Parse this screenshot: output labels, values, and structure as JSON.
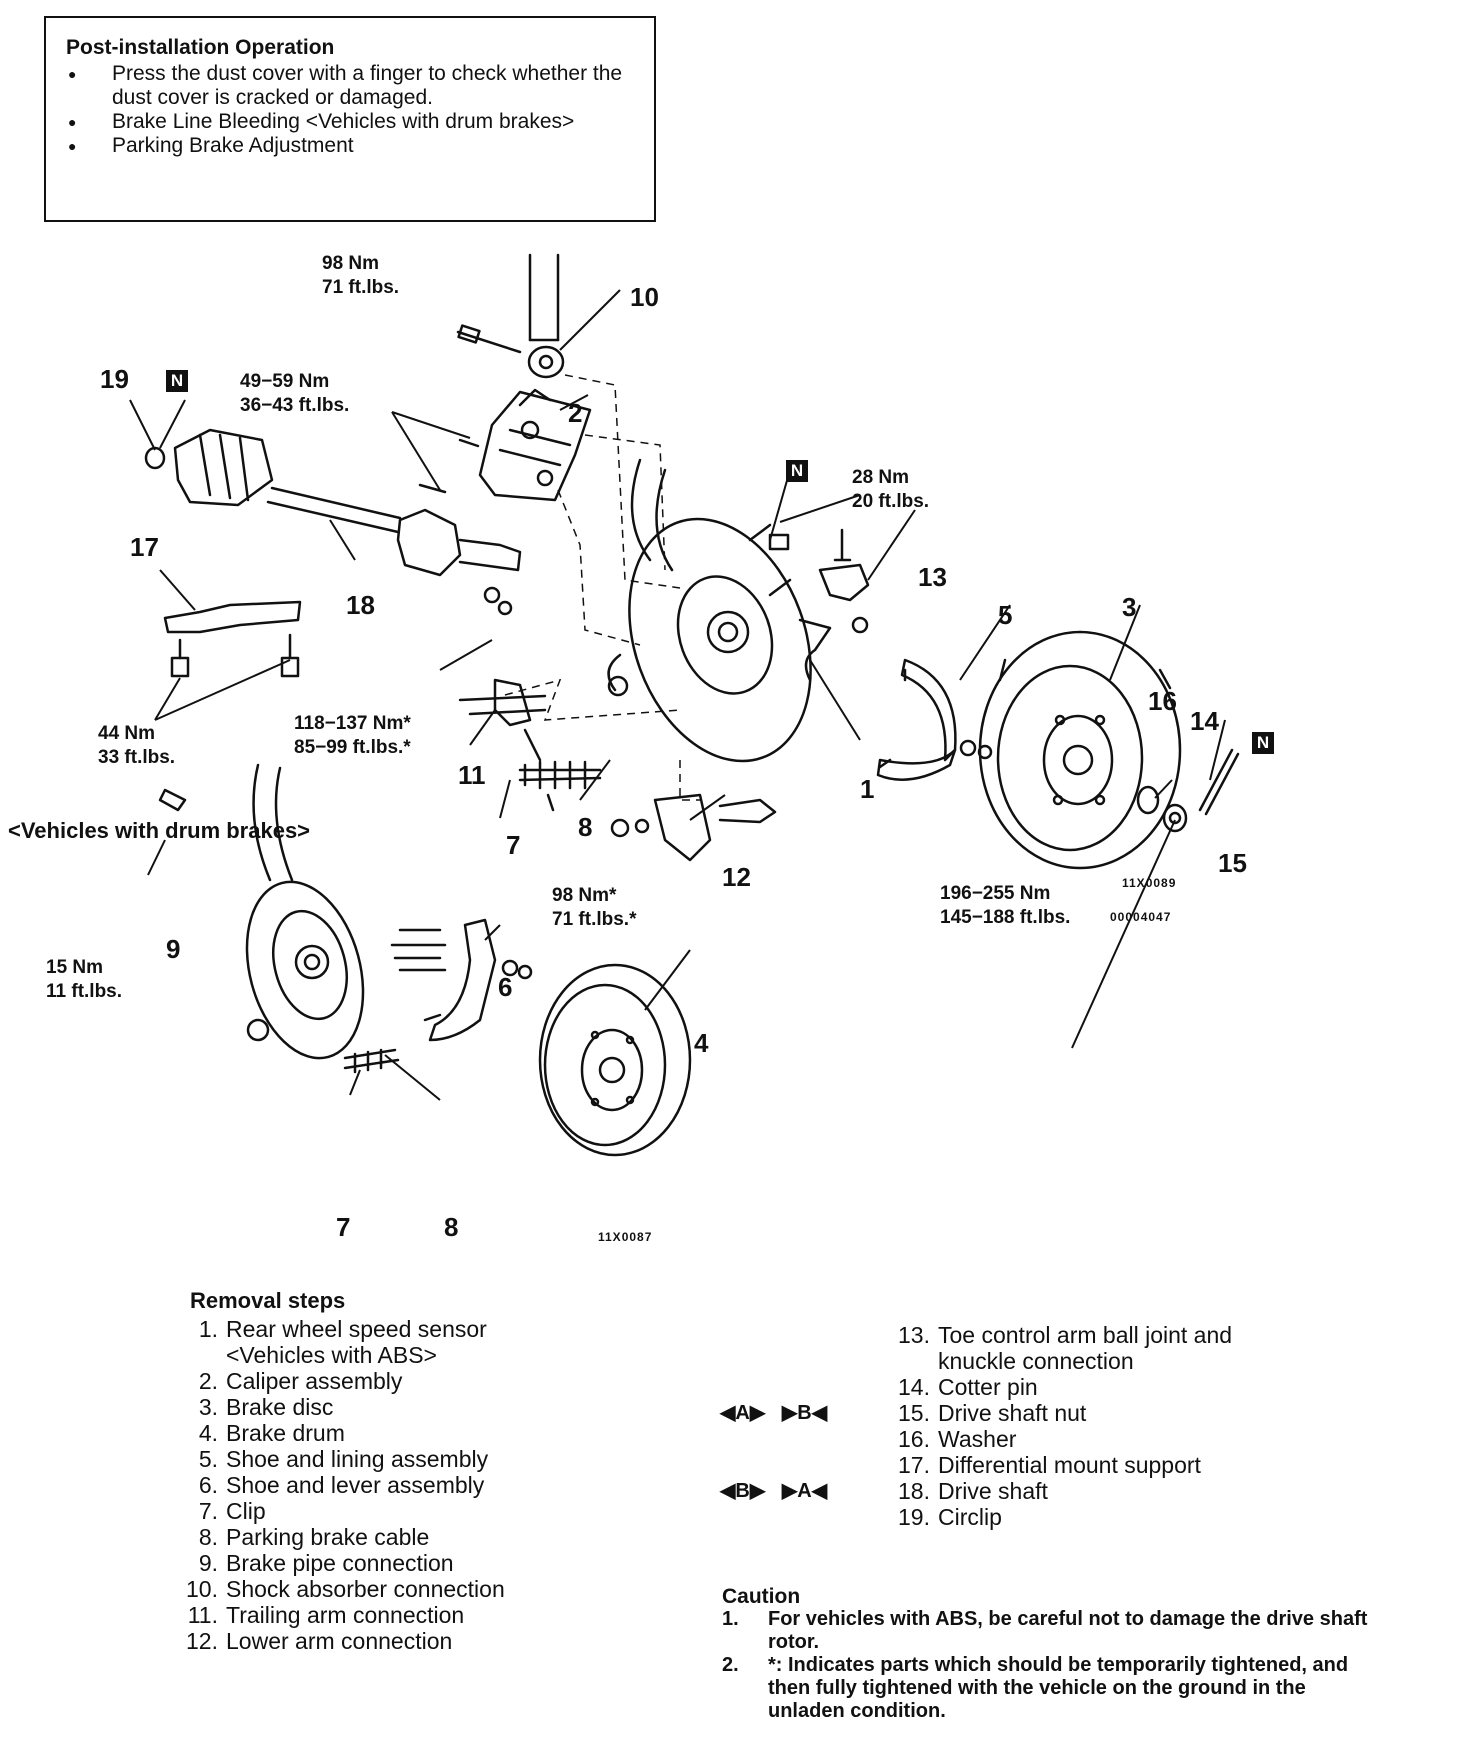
{
  "post_install": {
    "title": "Post-installation Operation",
    "items": [
      "Press the dust cover with a finger to check whether the dust cover is cracked or damaged.",
      "Brake Line Bleeding <Vehicles with drum brakes>",
      "Parking Brake Adjustment"
    ]
  },
  "diagram": {
    "callouts": [
      "1",
      "2",
      "3",
      "4",
      "5",
      "6",
      "7",
      "8",
      "9",
      "10",
      "11",
      "12",
      "13",
      "14",
      "15",
      "16",
      "17",
      "18",
      "19",
      "7",
      "8"
    ],
    "torque": {
      "shock": [
        "98 Nm",
        "71 ft.lbs."
      ],
      "caliper": [
        "49−59 Nm",
        "36−43 ft.lbs."
      ],
      "nut13": [
        "28 Nm",
        "20 ft.lbs."
      ],
      "diff": [
        "44 Nm",
        "33 ft.lbs."
      ],
      "trailing": [
        "118−137 Nm*",
        "85−99 ft.lbs.*"
      ],
      "lower": [
        "98 Nm*",
        "71 ft.lbs.*"
      ],
      "hubnut": [
        "196−255 Nm",
        "145−188 ft.lbs."
      ],
      "pipe": [
        "15 Nm",
        "11 ft.lbs."
      ]
    },
    "n_badge": "N",
    "drum_heading": "<Vehicles with drum brakes>",
    "codes": [
      "11X0089",
      "00004047",
      "11X0087"
    ]
  },
  "removal": {
    "title": "Removal steps",
    "left": [
      {
        "num": "1.",
        "text": "Rear wheel speed sensor\n<Vehicles with ABS>"
      },
      {
        "num": "2.",
        "text": "Caliper assembly"
      },
      {
        "num": "3.",
        "text": "Brake disc"
      },
      {
        "num": "4.",
        "text": "Brake drum"
      },
      {
        "num": "5.",
        "text": "Shoe and lining assembly"
      },
      {
        "num": "6.",
        "text": "Shoe and lever assembly"
      },
      {
        "num": "7.",
        "text": "Clip"
      },
      {
        "num": "8.",
        "text": "Parking brake cable"
      },
      {
        "num": "9.",
        "text": "Brake pipe connection"
      },
      {
        "num": "10.",
        "text": "Shock absorber connection"
      },
      {
        "num": "11.",
        "text": "Trailing arm connection"
      },
      {
        "num": "12.",
        "text": "Lower arm connection"
      }
    ],
    "right": [
      {
        "num": "13.",
        "text": "Toe control arm ball joint and\nknuckle connection",
        "marks": ""
      },
      {
        "num": "14.",
        "text": "Cotter pin",
        "marks": ""
      },
      {
        "num": "15.",
        "text": "Drive shaft nut",
        "marks": "◀A▶   ▶B◀"
      },
      {
        "num": "16.",
        "text": "Washer",
        "marks": ""
      },
      {
        "num": "17.",
        "text": "Differential mount support",
        "marks": ""
      },
      {
        "num": "18.",
        "text": "Drive shaft",
        "marks": "◀B▶   ▶A◀"
      },
      {
        "num": "19.",
        "text": "Circlip",
        "marks": ""
      }
    ]
  },
  "caution": {
    "title": "Caution",
    "items": [
      {
        "num": "1.",
        "text": "For vehicles with ABS, be careful not to damage the drive shaft rotor."
      },
      {
        "num": "2.",
        "text": "*: Indicates parts which should be temporarily tightened, and then fully tightened with the vehicle on the ground in the unladen condition."
      }
    ]
  }
}
